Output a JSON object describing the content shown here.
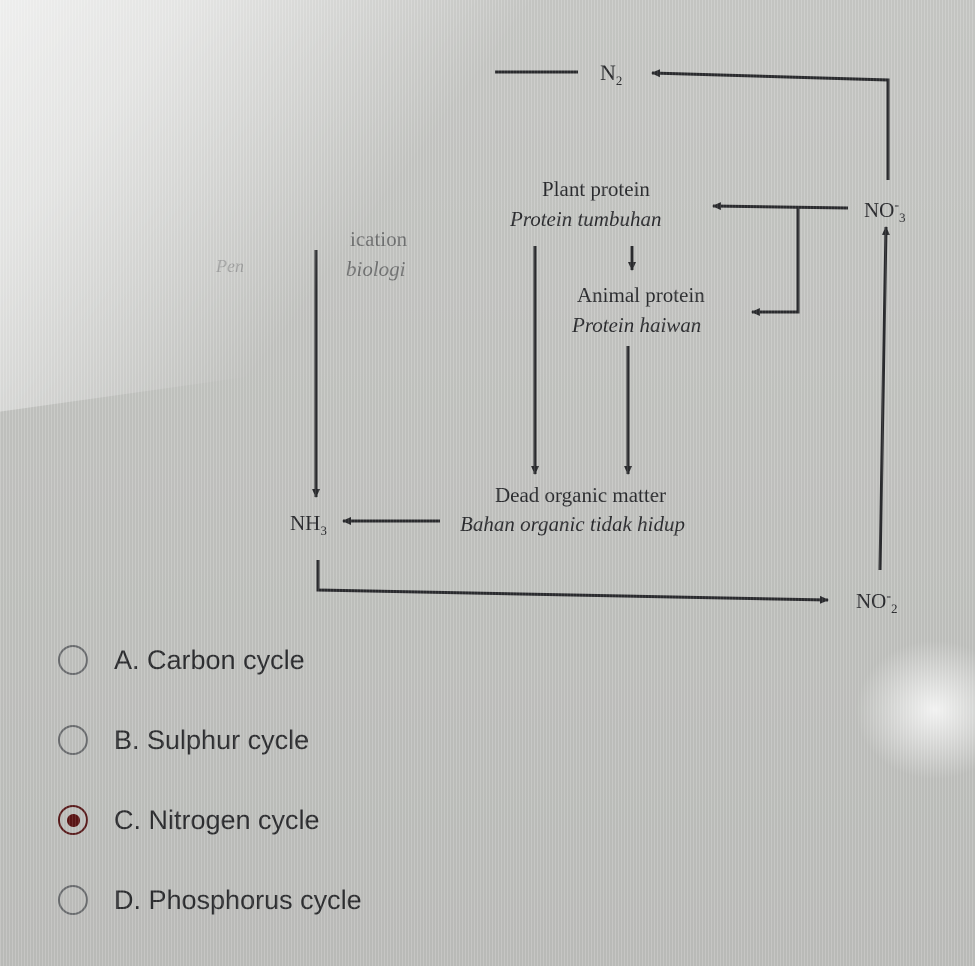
{
  "diagram": {
    "n2": "N",
    "n2_sub": "2",
    "plant_protein": "Plant protein",
    "plant_protein_my": "Protein tumbuhan",
    "animal_protein": "Animal protein",
    "animal_protein_my": "Protein haiwan",
    "dead_matter": "Dead organic matter",
    "dead_matter_my": "Bahan organic tidak hidup",
    "nh3": "NH",
    "nh3_sub": "3",
    "no3": "NO",
    "no3_sup": "-",
    "no3_sub": "3",
    "no2": "NO",
    "no2_sup": "-",
    "no2_sub": "2",
    "fixation_fragment": "ication",
    "biologi_fragment": "biologi",
    "pen_fragment": "Pen"
  },
  "options": [
    {
      "label": "A. Carbon cycle",
      "selected": false
    },
    {
      "label": "B. Sulphur cycle",
      "selected": false
    },
    {
      "label": "C. Nitrogen cycle",
      "selected": true
    },
    {
      "label": "D. Phosphorus cycle",
      "selected": false
    }
  ]
}
